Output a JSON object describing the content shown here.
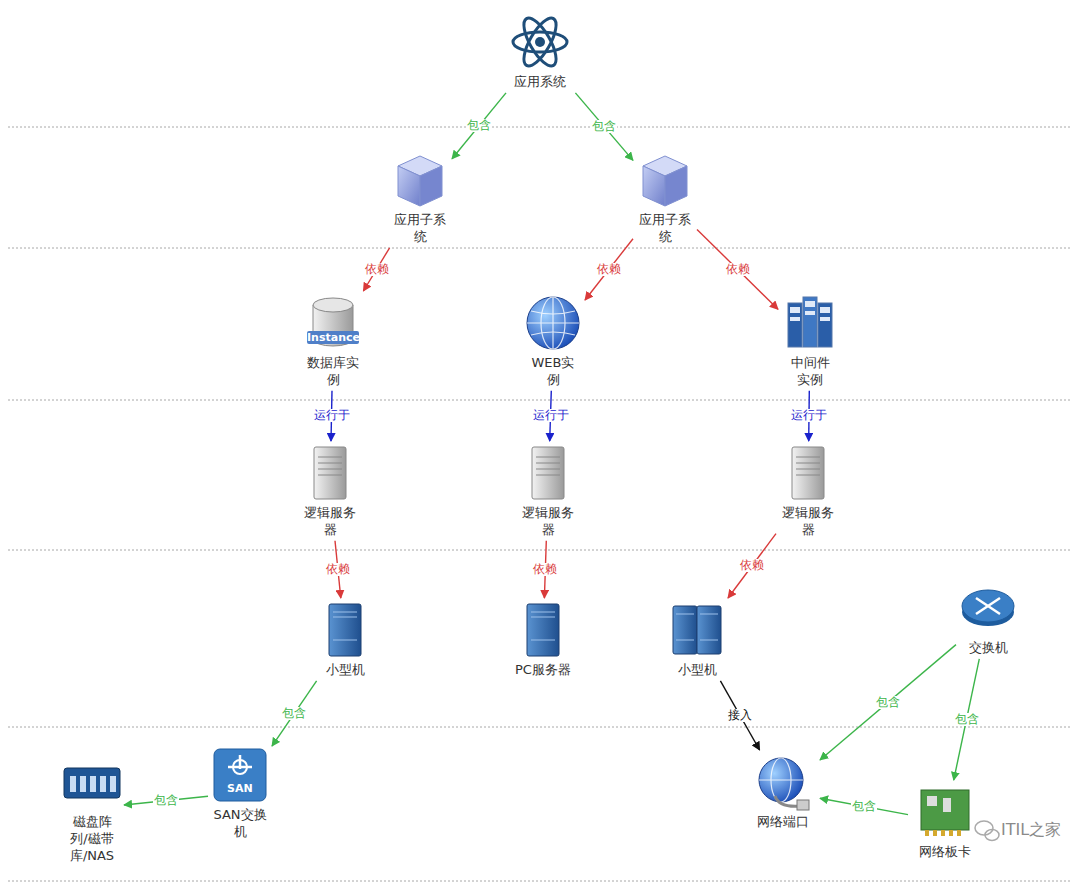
{
  "diagram": {
    "nodes": [
      {
        "text": [
          "应用系统"
        ]
      },
      {
        "text": [
          "应用子系统"
        ]
      },
      {
        "text": [
          "应用子系统"
        ]
      },
      {
        "text": [
          "数据库实例"
        ]
      },
      {
        "text": [
          "WEB实例"
        ]
      },
      {
        "text": [
          "中间件实例"
        ]
      },
      {
        "text": [
          "逻辑服务器"
        ]
      },
      {
        "text": [
          "逻辑服务器"
        ]
      },
      {
        "text": [
          "逻辑服务器"
        ]
      },
      {
        "text": [
          "交换机"
        ]
      },
      {
        "text": [
          "小型机"
        ]
      },
      {
        "text": [
          "PC服务器"
        ]
      },
      {
        "text": [
          "小型机"
        ]
      },
      {
        "text": [
          "SAN交换机"
        ]
      },
      {
        "text": [
          "磁盘阵列/磁带库/NAS"
        ]
      },
      {
        "text": [
          "网络端口"
        ]
      },
      {
        "text": [
          "网络板卡"
        ]
      }
    ],
    "edges": [
      {
        "from": 0,
        "to": 1,
        "label": "包含",
        "arrow": "to"
      },
      {
        "from": 0,
        "to": 2,
        "label": "包含",
        "arrow": "to"
      },
      {
        "from": 1,
        "to": 3,
        "label": "依赖",
        "arrow": "to"
      },
      {
        "from": 2,
        "to": 4,
        "label": "依赖",
        "arrow": "to"
      },
      {
        "from": 2,
        "to": 5,
        "label": "依赖",
        "arrow": "to"
      },
      {
        "from": 3,
        "to": 6,
        "label": "运行于",
        "arrow": "to"
      },
      {
        "from": 4,
        "to": 7,
        "label": "运行于",
        "arrow": "to"
      },
      {
        "from": 5,
        "to": 8,
        "label": "运行于",
        "arrow": "to"
      },
      {
        "from": 6,
        "to": 10,
        "label": "依赖",
        "arrow": "to"
      },
      {
        "from": 7,
        "to": 11,
        "label": "依赖",
        "arrow": "to"
      },
      {
        "from": 8,
        "to": 12,
        "label": "依赖",
        "arrow": "to"
      },
      {
        "from": 10,
        "to": 13,
        "label": "包含",
        "arrow": "to"
      },
      {
        "from": 13,
        "to": 14,
        "label": "包含",
        "arrow": "to"
      },
      {
        "from": 12,
        "to": 15,
        "label": "接入",
        "arrow": "to"
      },
      {
        "from": 9,
        "to": 15,
        "label": "包含",
        "arrow": "to"
      },
      {
        "from": 9,
        "to": 16,
        "label": "包含",
        "arrow": "to"
      },
      {
        "from": 16,
        "to": 15,
        "label": "包含",
        "arrow": "to"
      }
    ],
    "labels": [
      "Instance",
      "SAN",
      "ITIL之家"
    ]
  }
}
